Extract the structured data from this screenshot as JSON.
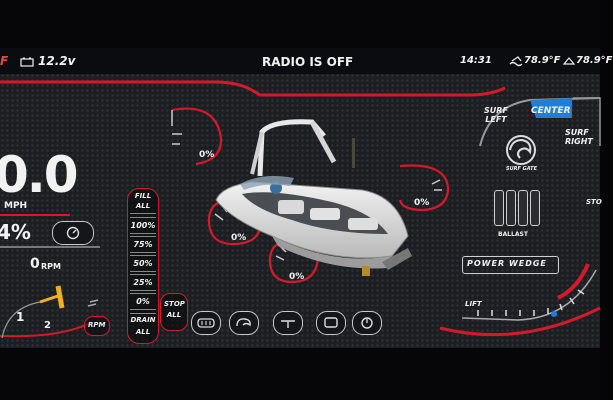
{
  "status": {
    "left_partial": "F",
    "battery_voltage": "12.2v",
    "radio_status": "RADIO IS OFF",
    "time": "14:31",
    "water_temp": "78.9°F",
    "air_temp": "78.9°F"
  },
  "speed": {
    "value": "0.0",
    "unit": "MPH",
    "percent": "4%",
    "rpm_value": "0",
    "rpm_unit": "RPM",
    "rpm_badge": "RPM",
    "gauge_ticks": [
      "1",
      "2"
    ]
  },
  "ballast_tanks": {
    "front_left": {
      "label": "0%",
      "level": 0
    },
    "rear_left": {
      "label": "0%",
      "level": 0
    },
    "rear_center": {
      "label": "0%",
      "level": 0
    },
    "right": {
      "label": "0%",
      "level": 0
    }
  },
  "ballast_controls": {
    "fill_all": "FILL ALL",
    "presets": [
      "100%",
      "75%",
      "50%",
      "25%",
      "0%"
    ],
    "drain_all": "DRAIN ALL",
    "stop_all": "STOP ALL"
  },
  "surf": {
    "left": "SURF LEFT",
    "center": "CENTER",
    "right": "SURF RIGHT",
    "logo_text": "SURF GATE",
    "ballast_label": "BALLAST",
    "brand": "POWER WEDGE",
    "lift_label": "LIFT",
    "stop_partial": "STO"
  },
  "bottom_icons": [
    "surf-icon",
    "wave-icon",
    "depth-icon",
    "screen-icon",
    "gauge-icon"
  ],
  "colors": {
    "accent_red": "#d41a2a",
    "surf_center_blue": "#1f7fd6",
    "warning_yellow": "#f0b020"
  }
}
